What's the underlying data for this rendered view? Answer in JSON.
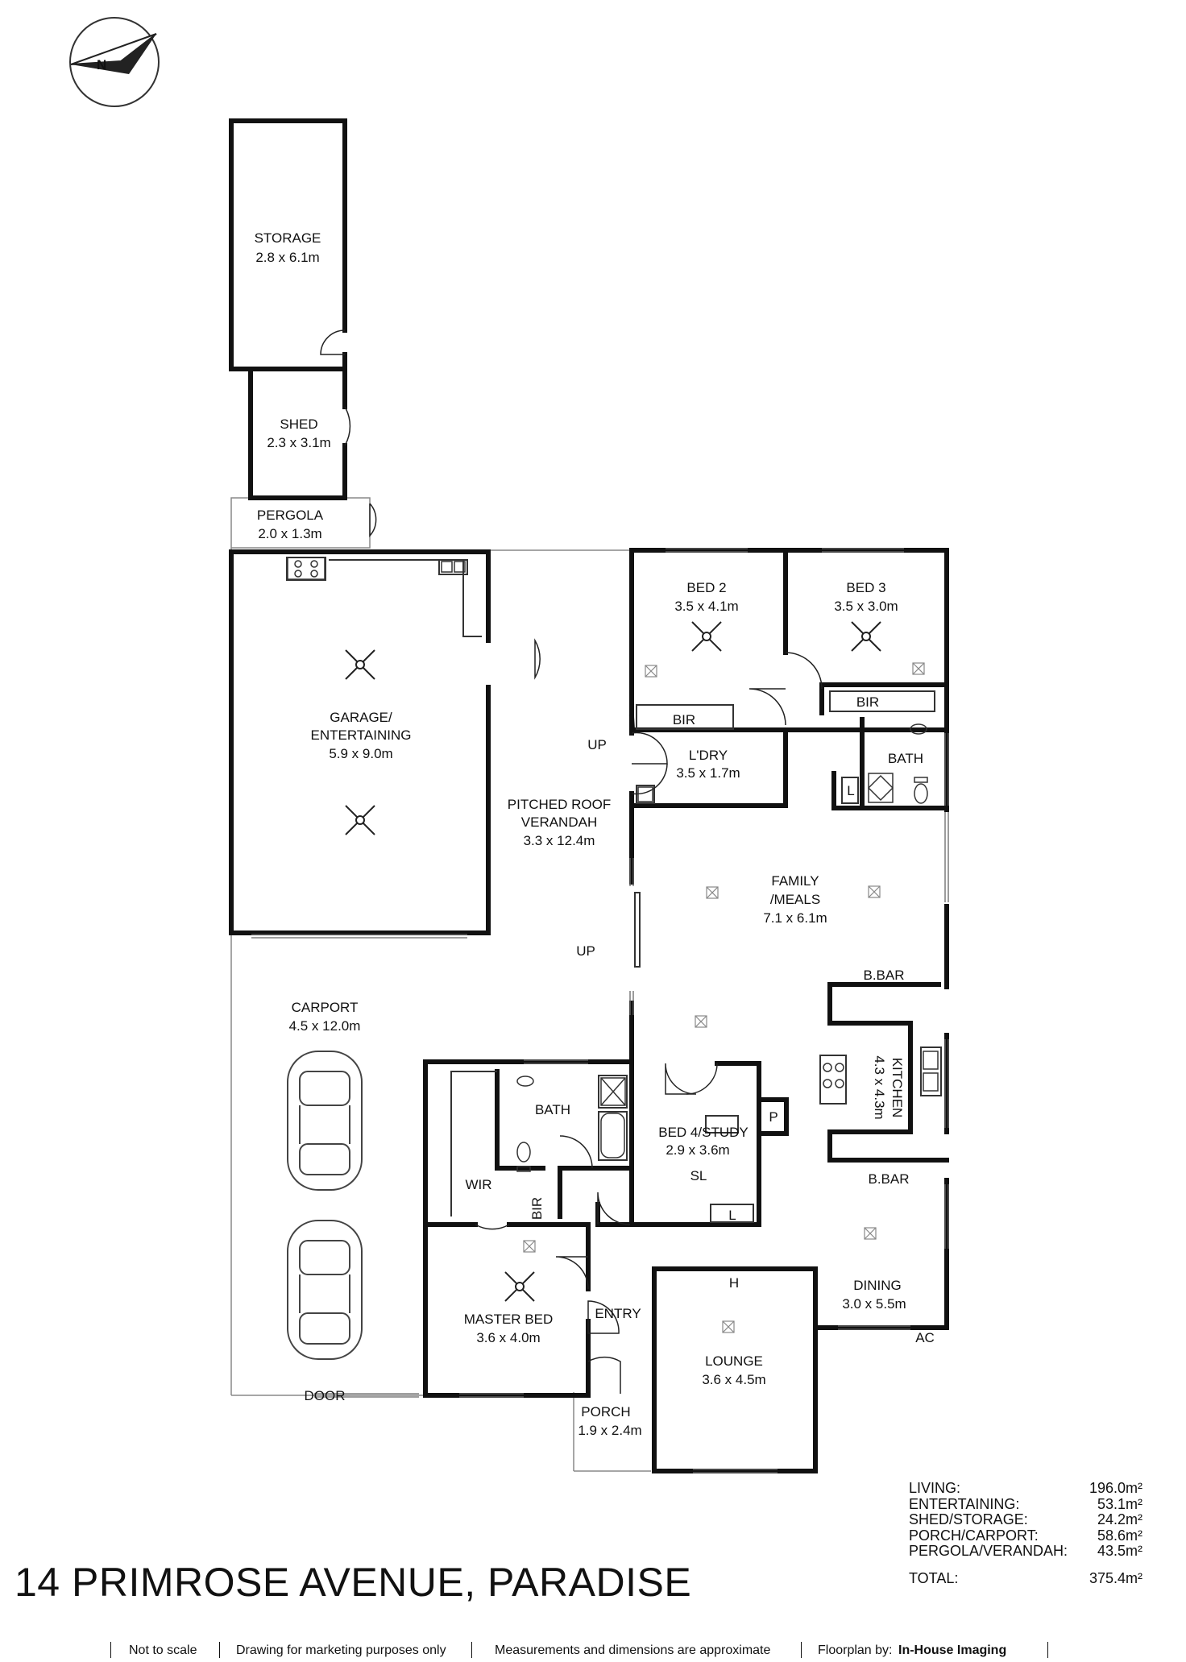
{
  "address": "14 PRIMROSE AVENUE, PARADISE",
  "compass": {
    "letter": "N"
  },
  "rooms": {
    "storage": {
      "name": "STORAGE",
      "dims": "2.8 x 6.1m"
    },
    "shed": {
      "name": "SHED",
      "dims": "2.3 x 3.1m"
    },
    "pergola": {
      "name": "PERGOLA",
      "dims": "2.0 x 1.3m"
    },
    "garage": {
      "name1": "GARAGE/",
      "name2": "ENTERTAINING",
      "dims": "5.9 x 9.0m"
    },
    "verandah": {
      "name1": "PITCHED ROOF",
      "name2": "VERANDAH",
      "dims": "3.3 x 12.4m"
    },
    "bed2": {
      "name": "BED 2",
      "dims": "3.5 x 4.1m"
    },
    "bed3": {
      "name": "BED 3",
      "dims": "3.5 x 3.0m"
    },
    "laundry": {
      "name": "L'DRY",
      "dims": "3.5 x 1.7m"
    },
    "bath_upper": {
      "name": "BATH"
    },
    "family": {
      "name1": "FAMILY",
      "name2": "/MEALS",
      "dims": "7.1 x 6.1m"
    },
    "carport": {
      "name": "CARPORT",
      "dims": "4.5 x 12.0m"
    },
    "bath_lower": {
      "name": "BATH"
    },
    "bed4": {
      "name": "BED 4/STUDY",
      "dims": "2.9 x 3.6m"
    },
    "kitchen": {
      "name": "KITCHEN",
      "dims": "4.3 x 4.3m"
    },
    "master": {
      "name": "MASTER BED",
      "dims": "3.6 x 4.0m"
    },
    "entry": {
      "name": "ENTRY"
    },
    "lounge": {
      "name": "LOUNGE",
      "dims": "3.6 x 4.5m"
    },
    "dining": {
      "name": "DINING",
      "dims": "3.0 x 5.5m"
    },
    "porch": {
      "name": "PORCH",
      "dims": "1.9 x 2.4m"
    }
  },
  "labels": {
    "bir": "BIR",
    "wir": "WIR",
    "up": "UP",
    "bbar": "B.BAR",
    "ac": "AC",
    "l": "L",
    "p": "P",
    "sl": "SL",
    "h": "H",
    "door": "DOOR"
  },
  "areas": [
    {
      "label": "LIVING:",
      "value": "196.0m²"
    },
    {
      "label": "ENTERTAINING:",
      "value": "53.1m²"
    },
    {
      "label": "SHED/STORAGE:",
      "value": "24.2m²"
    },
    {
      "label": "PORCH/CARPORT:",
      "value": "58.6m²"
    },
    {
      "label": "PERGOLA/VERANDAH:",
      "value": "43.5m²"
    }
  ],
  "total": {
    "label": "TOTAL:",
    "value": "375.4m²"
  },
  "footer": {
    "not_to_scale": "Not to scale",
    "marketing": "Drawing for marketing purposes only",
    "approx": "Measurements and dimensions are approximate",
    "floorplan_by": "Floorplan by:",
    "company": "In-House Imaging"
  }
}
